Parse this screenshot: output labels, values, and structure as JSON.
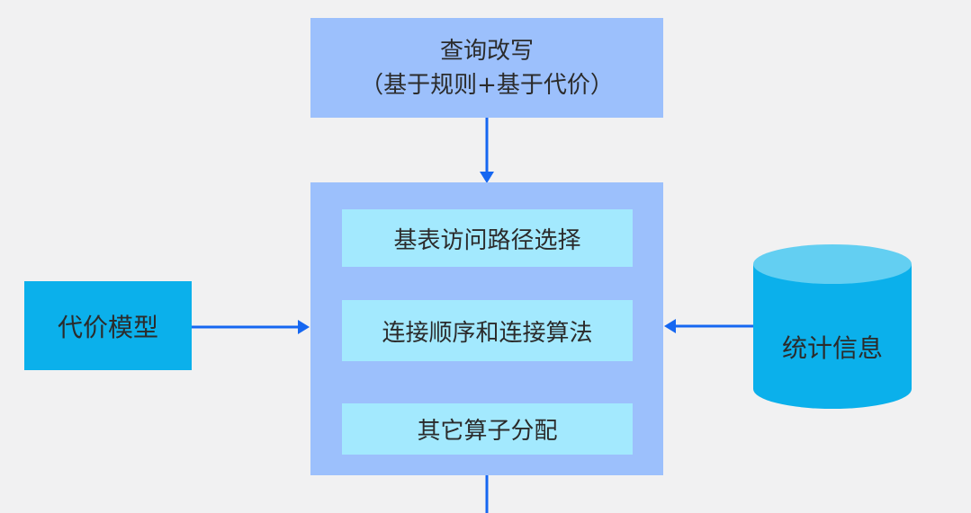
{
  "palette": {
    "background": "#F1F1F2",
    "box_blue": "#9CC0FC",
    "box_cyan_light": "#A3E9FE",
    "accent_cyan": "#0BB0EB",
    "cylinder_top": "#63CFF2",
    "arrow": "#1667F1",
    "text": "#2B2B2B"
  },
  "diagram": {
    "top_box": {
      "line1": "查询改写",
      "line2": "（基于规则+基于代价）"
    },
    "optimizer_steps": [
      {
        "label": "基表访问路径选择"
      },
      {
        "label": "连接顺序和连接算法"
      },
      {
        "label": "其它算子分配"
      }
    ],
    "cost_model_box": {
      "label": "代价模型"
    },
    "statistics_db": {
      "label": "统计信息"
    }
  }
}
